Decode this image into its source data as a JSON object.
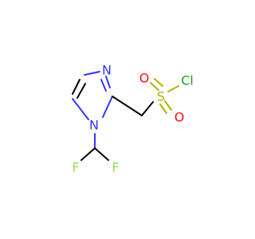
{
  "atoms": {
    "n3": {
      "label": "N",
      "color": "#3333ff"
    },
    "n1": {
      "label": "N",
      "color": "#3333ff"
    },
    "o_top": {
      "label": "O",
      "color": "#ff0d0d"
    },
    "o_bottom": {
      "label": "O",
      "color": "#ff0d0d"
    },
    "s": {
      "label": "S",
      "color": "#b2b200"
    },
    "cl": {
      "label": "Cl",
      "color": "#1fa01f"
    },
    "f_left": {
      "label": "F",
      "color": "#90e050"
    },
    "f_right": {
      "label": "F",
      "color": "#90e050"
    }
  }
}
